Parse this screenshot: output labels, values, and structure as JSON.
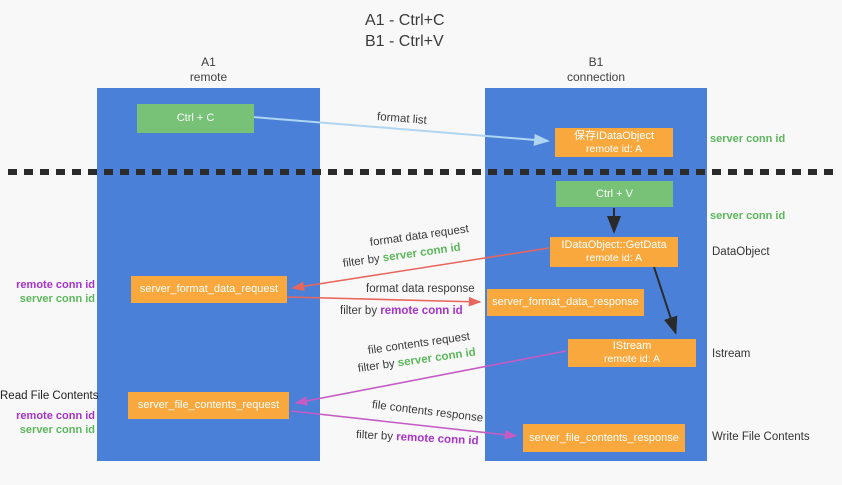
{
  "title": {
    "line1": "A1 - Ctrl+C",
    "line2": "B1 - Ctrl+V"
  },
  "columns": {
    "left": {
      "name": "A1",
      "role": "remote"
    },
    "right": {
      "name": "B1",
      "role": "connection"
    }
  },
  "nodes": {
    "ctrl_c": {
      "label": "Ctrl + C"
    },
    "save_dataobject": {
      "line1": "保存IDataObject",
      "line2": "remote id: A"
    },
    "ctrl_v": {
      "label": "Ctrl + V"
    },
    "getdata": {
      "line1": "IDataObject::GetData",
      "line2": "remote id: A"
    },
    "format_request": {
      "label": "server_format_data_request"
    },
    "format_response": {
      "label": "server_format_data_response"
    },
    "istream": {
      "line1": "IStream",
      "line2": "remote id: A"
    },
    "file_request": {
      "label": "server_file_contents_request"
    },
    "file_response": {
      "label": "server_file_contents_response"
    }
  },
  "arrow_labels": {
    "format_list": "format list",
    "format_data_request": {
      "text": "format data request",
      "filter_prefix": "filter by ",
      "filter_key": "server conn id"
    },
    "format_data_response": {
      "text": "format data response",
      "filter_prefix": "filter by ",
      "filter_key": "remote conn id"
    },
    "file_contents_request": {
      "text": "file contents request",
      "filter_prefix": "filter by ",
      "filter_key": "server conn id"
    },
    "file_contents_response": {
      "text": "file contents response",
      "filter_prefix": "filter by ",
      "filter_key": "remote conn id"
    }
  },
  "side_labels": {
    "right_server_conn_top": "server conn id",
    "right_server_conn_mid": "server conn id",
    "right_dataobject": "DataObject",
    "right_istream": "Istream",
    "right_write_file": "Write File Contents",
    "left_format_remote": "remote conn id",
    "left_format_server": "server conn id",
    "left_read_file": "Read File Contents",
    "left_file_remote": "remote conn id",
    "left_file_server": "server conn id"
  },
  "colors": {
    "panel_blue": "#4a80d8",
    "box_green": "#77c277",
    "box_orange": "#f9a83d",
    "label_green": "#5cb85c",
    "label_purple": "#a833cc",
    "arrow_red": "#e8665c",
    "arrow_magenta": "#c55bc5",
    "arrow_light_blue": "#aed5f2",
    "arrow_black": "#2a2a2a"
  }
}
